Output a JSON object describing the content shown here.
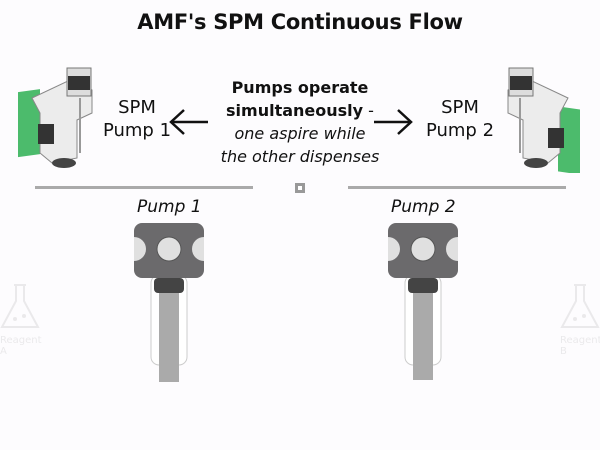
{
  "title": "AMF's SPM Continuous Flow",
  "devices": [
    {
      "line1": "SPM",
      "line2": "Pump 1"
    },
    {
      "line1": "SPM",
      "line2": "Pump 2"
    }
  ],
  "center": {
    "bold_line1": "Pumps operate",
    "bold_line2": "simultaneously",
    "dash": " -",
    "italic_line1": "one aspire while",
    "italic_line2": "the other dispenses"
  },
  "pumps": [
    {
      "label": "Pump 1"
    },
    {
      "label": "Pump 2"
    }
  ],
  "reagents": [
    {
      "label": "Reagent A"
    },
    {
      "label": "Reagent B"
    }
  ],
  "colors": {
    "valve_body": "#6b6a6c",
    "valve_port": "#e0e0e0",
    "plunger": "#aaaaaa",
    "board_green": "#4cbb6c"
  }
}
